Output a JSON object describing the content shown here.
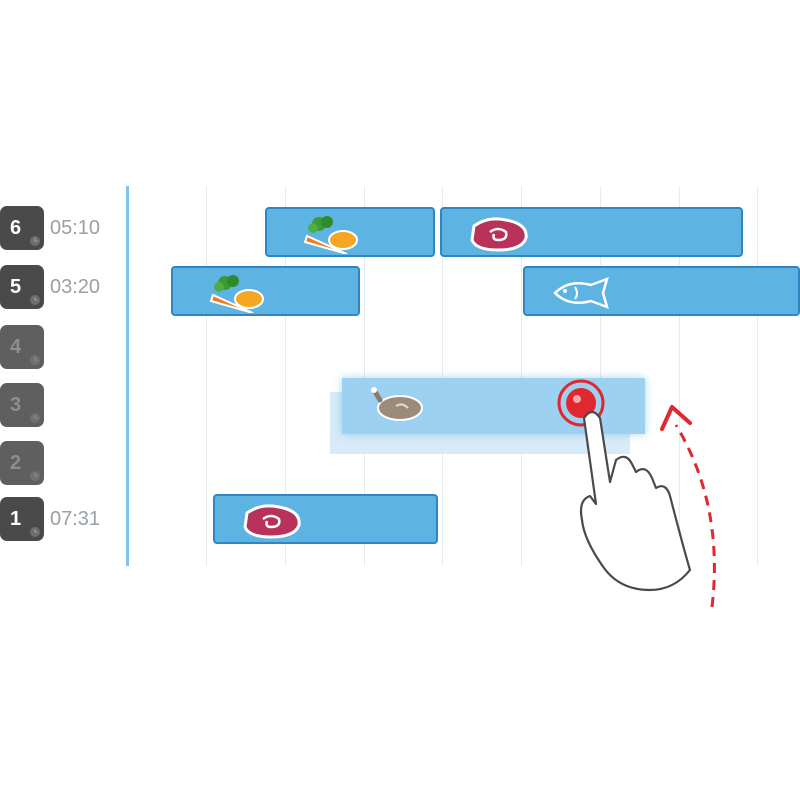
{
  "shelves": [
    {
      "number": "6",
      "time": "05:10",
      "active": true
    },
    {
      "number": "5",
      "time": "03:20",
      "active": true
    },
    {
      "number": "4",
      "time": "",
      "active": false
    },
    {
      "number": "3",
      "time": "",
      "active": false
    },
    {
      "number": "2",
      "time": "",
      "active": false
    },
    {
      "number": "1",
      "time": "07:31",
      "active": true
    }
  ],
  "cook_items": [
    {
      "shelf": "6",
      "food": "vegetables-icon"
    },
    {
      "shelf": "6",
      "food": "meat-icon"
    },
    {
      "shelf": "5",
      "food": "vegetables-icon"
    },
    {
      "shelf": "5",
      "food": "fish-icon"
    },
    {
      "shelf": "1",
      "food": "meat-icon"
    }
  ],
  "dragged_item": {
    "shelf": "3",
    "food": "poultry-icon",
    "gesture": "drag-up"
  },
  "colors": {
    "bar_fill": "#5db4e3",
    "bar_border": "#2f86c0",
    "drag_fill": "#9dd1f2",
    "touch_red": "#e0282e",
    "badge": "#4a4a4a",
    "time_text": "#9aa0a6",
    "axis": "#7fc6e8"
  }
}
